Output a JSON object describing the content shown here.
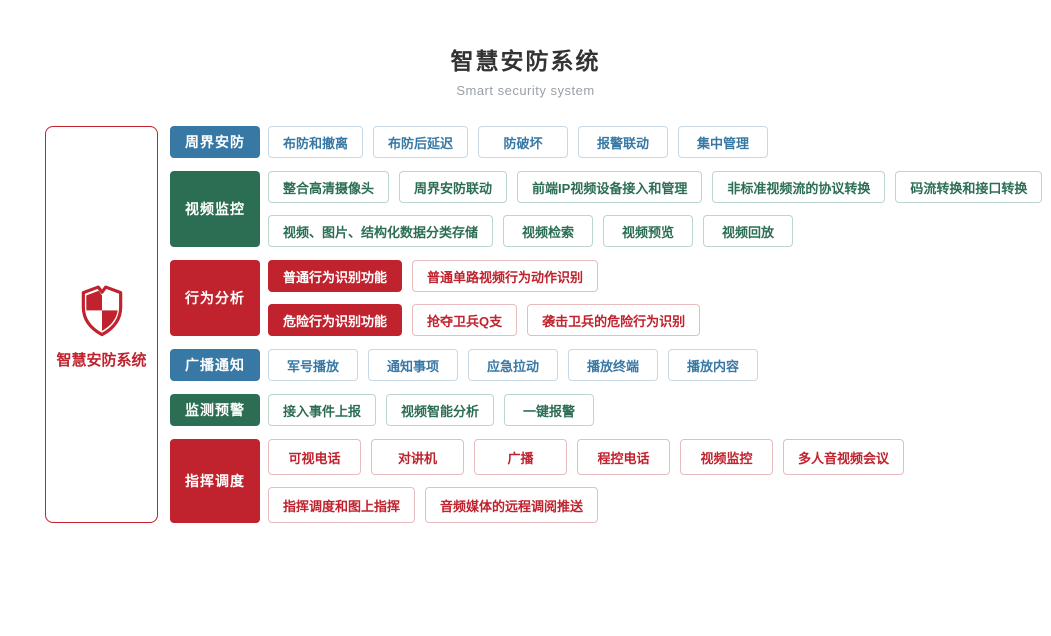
{
  "header": {
    "title": "智慧安防系统",
    "subtitle": "Smart security system"
  },
  "root": {
    "label": "智慧安防系统",
    "icon": "shield-icon"
  },
  "colors": {
    "blue": "#3878a5",
    "green": "#2c6e54",
    "red": "#c0222e",
    "blue_border": "#c8d9e5",
    "green_border": "#bdd6cc",
    "red_border": "#e7bcbf",
    "title_text": "#333333",
    "subtitle_text": "#9aa0a6"
  },
  "sections": [
    {
      "id": "perimeter-security",
      "label": "周界安防",
      "color": "blue",
      "lines": [
        [
          {
            "text": "布防和撤离"
          },
          {
            "text": "布防后延迟"
          },
          {
            "text": "防破坏"
          },
          {
            "text": "报警联动"
          },
          {
            "text": "集中管理"
          }
        ]
      ]
    },
    {
      "id": "video-surveillance",
      "label": "视频监控",
      "color": "green",
      "lines": [
        [
          {
            "text": "整合高清摄像头"
          },
          {
            "text": "周界安防联动"
          },
          {
            "text": "前端IP视频设备接入和管理"
          },
          {
            "text": "非标准视频流的协议转换"
          },
          {
            "text": "码流转换和接口转换"
          }
        ],
        [
          {
            "text": "视频、图片、结构化数据分类存储"
          },
          {
            "text": "视频检索"
          },
          {
            "text": "视频预览"
          },
          {
            "text": "视频回放"
          }
        ]
      ]
    },
    {
      "id": "behavior-analysis",
      "label": "行为分析",
      "color": "red",
      "lines": [
        [
          {
            "text": "普通行为识别功能",
            "solid": true
          },
          {
            "text": "普通单路视频行为动作识别"
          }
        ],
        [
          {
            "text": "危险行为识别功能",
            "solid": true
          },
          {
            "text": "抢夺卫兵Q支"
          },
          {
            "text": "袭击卫兵的危险行为识别"
          }
        ]
      ]
    },
    {
      "id": "broadcast-notice",
      "label": "广播通知",
      "color": "blue",
      "lines": [
        [
          {
            "text": "军号播放"
          },
          {
            "text": "通知事项"
          },
          {
            "text": "应急拉动"
          },
          {
            "text": "播放终端"
          },
          {
            "text": "播放内容"
          }
        ]
      ]
    },
    {
      "id": "monitor-warning",
      "label": "监测预警",
      "color": "green",
      "lines": [
        [
          {
            "text": "接入事件上报"
          },
          {
            "text": "视频智能分析"
          },
          {
            "text": "一键报警"
          }
        ]
      ]
    },
    {
      "id": "command-dispatch",
      "label": "指挥调度",
      "color": "red",
      "large": true,
      "lines": [
        [
          {
            "text": "可视电话"
          },
          {
            "text": "对讲机"
          },
          {
            "text": "广播"
          },
          {
            "text": "程控电话"
          },
          {
            "text": "视频监控"
          },
          {
            "text": "多人音视频会议"
          }
        ],
        [
          {
            "text": "指挥调度和图上指挥"
          },
          {
            "text": "音频媒体的远程调阅推送"
          }
        ]
      ]
    }
  ]
}
